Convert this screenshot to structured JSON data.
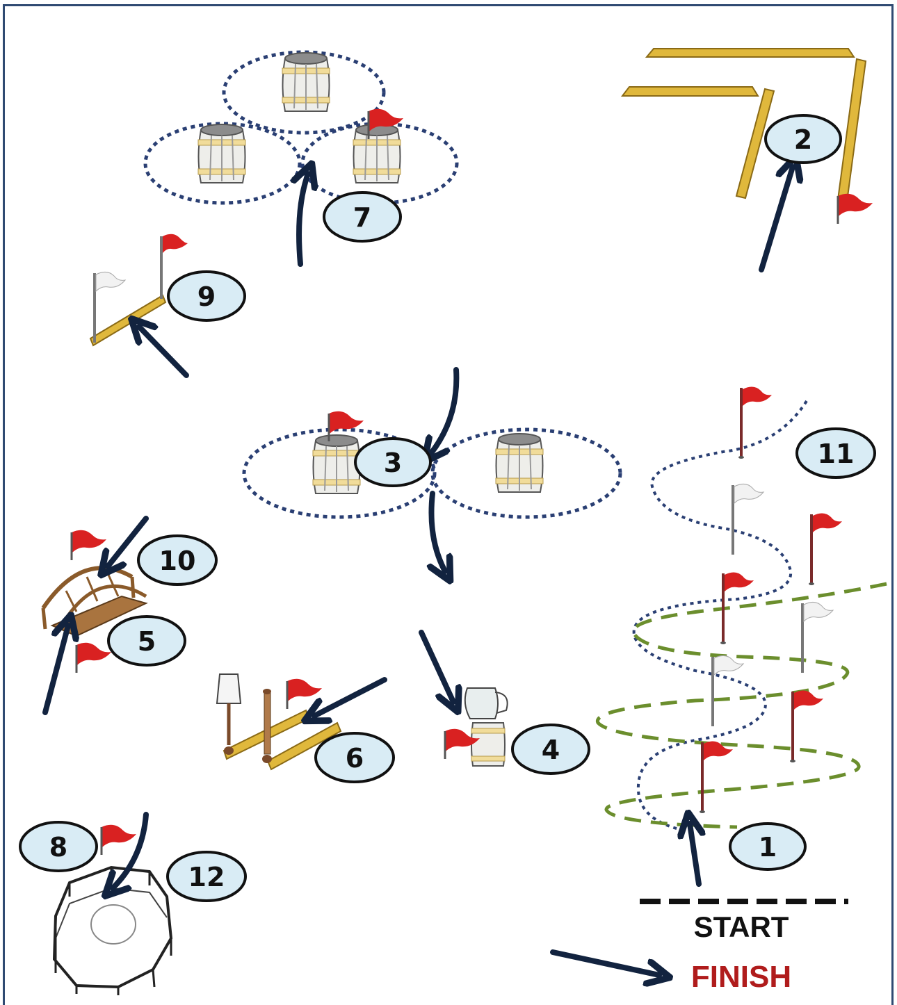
{
  "labels": {
    "start": "START",
    "finish": "FINISH"
  },
  "obstacles": [
    "1",
    "2",
    "3",
    "4",
    "5",
    "6",
    "7",
    "8",
    "9",
    "10",
    "11",
    "12"
  ],
  "colors": {
    "frame": "#2f4a72",
    "arrow": "#12233f",
    "dotted_path": "#2a3f73",
    "dashed_path": "#6b8e2d",
    "badge_fill": "#d9ecf5",
    "red_flag": "#d92121",
    "white_flag": "#f2f2f2",
    "pole_yellow": "#e0b83c",
    "barrel": "#eeeeea",
    "bridge": "#a9743f",
    "finish_text": "#b01c1c"
  },
  "icons": [
    "barrel-icon",
    "red-flag-icon",
    "white-flag-icon",
    "pole-icon",
    "bridge-icon",
    "pitcher-icon",
    "lamp-icon",
    "fence-pen-icon",
    "arrow-icon"
  ]
}
